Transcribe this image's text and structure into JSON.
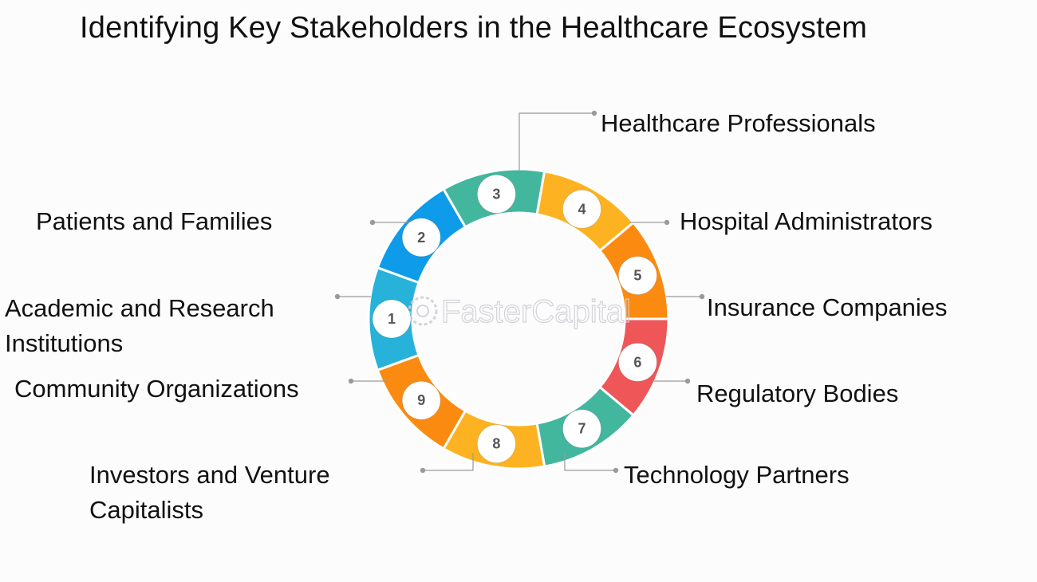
{
  "title": "Identifying Key Stakeholders in the Healthcare Ecosystem",
  "watermark": "FasterCapital",
  "segments": [
    {
      "number": "1",
      "label": "Patients and Families",
      "color": "#27b2d9"
    },
    {
      "number": "2",
      "label": "Healthcare Professionals",
      "color": "#0e9be9"
    },
    {
      "number": "3",
      "label": "Hospital Administrators",
      "color": "#43b69e"
    },
    {
      "number": "4",
      "label": "Insurance Companies",
      "color": "#fdb321"
    },
    {
      "number": "5",
      "label": "Regulatory Bodies",
      "color": "#fb8b10"
    },
    {
      "number": "6",
      "label": "Technology Partners",
      "color": "#ee5658"
    },
    {
      "number": "7",
      "label": "Investors and Venture Capitalists",
      "color": "#43b69e"
    },
    {
      "number": "8",
      "label": "Community Organizations",
      "color": "#fdb321"
    },
    {
      "number": "9",
      "label": "Academic and Research Institutions",
      "color": "#fb8b10"
    }
  ]
}
